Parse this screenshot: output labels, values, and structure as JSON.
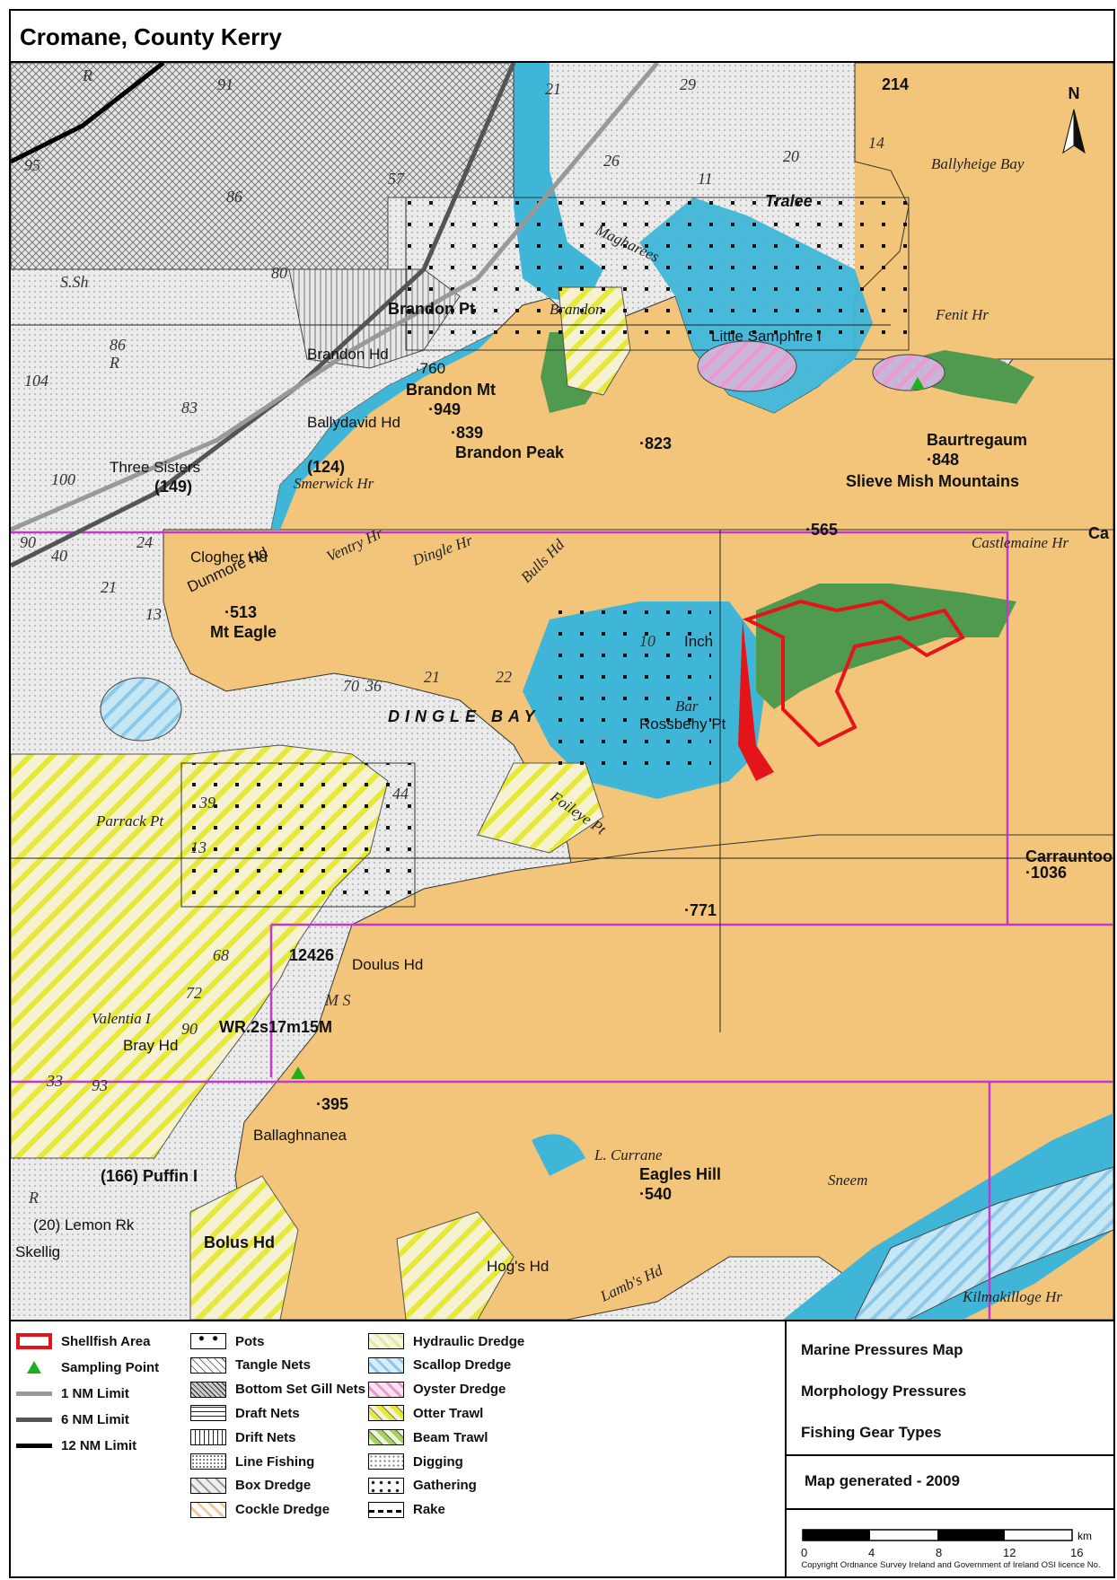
{
  "title": "Cromane, County Kerry",
  "colors": {
    "land": "#f3c57a",
    "sea": "#ececec",
    "shallow": "#3fb6d8",
    "intertidal": "#4f9a4f",
    "shellfish": "#e5141b",
    "sampling": "#1db01d",
    "magenta": "#c13ad0",
    "otter": "#e6e83a"
  },
  "north_arrow": "N",
  "map_labels": {
    "ballyheige_bay": "Ballyheige Bay",
    "tralee": "Tralee",
    "fenit_hr": "Fenit Hr",
    "brandon_pt": "Brandon Pt",
    "brandon_hd": "Brandon Hd",
    "brandon": "Brandon",
    "brandon_mt": "Brandon Mt",
    "brandon_mt_h": "·949",
    "h760": "·760",
    "brandon_peak_h": "·839",
    "brandon_peak": "Brandon Peak",
    "h823": "·823",
    "baurtregaum": "Baurtregaum",
    "baurtregaum_h": "·848",
    "slieve_mish": "Slieve Mish Mountains",
    "ballydavid": "Ballydavid Hd",
    "smerwick": "Smerwick Hr",
    "h124": "(124)",
    "h149": "(149)",
    "three_sisters": "Three Sisters",
    "clogher": "Clogher Hd",
    "dunmore": "Dunmore Hd",
    "mt_eagle_h": "·513",
    "mt_eagle": "Mt Eagle",
    "ventry": "Ventry Hr",
    "dingle": "Dingle Hr",
    "bulls_hd": "Bulls Hd",
    "castlemaine": "Castlemaine Hr",
    "inch": "Inch",
    "bar": "Bar",
    "rossbehy": "Rossbehy Pt",
    "dingle_bay": "DINGLE BAY",
    "foileye": "Foileye Pt",
    "parrack": "Parrack Pt",
    "carrauntoo": "Carrauntoo",
    "carrauntoo_h": "·1036",
    "h771": "·771",
    "h2426": "12426",
    "doulus": "Doulus Hd",
    "wr": "WR.2s17m15M",
    "valentia": "Valentia I",
    "bray": "Bray Hd",
    "h395": "·395",
    "ballaghnanea": "Ballaghnanea",
    "puffin": "(166) Puffin I",
    "lemon": "(20) Lemon Rk",
    "skellig": "Skellig",
    "bolus": "Bolus Hd",
    "currane": "L. Currane",
    "eagles_hill": "Eagles Hill",
    "h540": "·540",
    "hogs": "Hog's Hd",
    "lambs": "Lamb's Hd",
    "sneem": "Sneem",
    "kilmakilloge": "Kilmakilloge Hr",
    "h214": "214",
    "little_samphire": "Little Samphire I",
    "h565": "·565",
    "ca": "Ca",
    "magharees": "Magharees"
  },
  "depths": [
    "R",
    "91",
    "21",
    "29",
    "95",
    "86",
    "57",
    "26",
    "11",
    "20",
    "14",
    "80",
    "S.Sh",
    "86",
    "R",
    "104",
    "83",
    "100",
    "90",
    "40",
    "24",
    "21",
    "13",
    "10",
    "21",
    "22",
    "36",
    "39",
    "44",
    "70",
    "68",
    "72",
    "90",
    "33",
    "93",
    "R",
    "M S",
    "13"
  ],
  "legend": {
    "col1": [
      {
        "label": "Shellfish Area",
        "swatch": "shellfish"
      },
      {
        "label": "Sampling Point",
        "swatch": "sampling"
      },
      {
        "label": "1 NM Limit",
        "swatch": "nm1"
      },
      {
        "label": "6 NM Limit",
        "swatch": "nm6"
      },
      {
        "label": "12 NM Limit",
        "swatch": "nm12"
      }
    ],
    "col2": [
      {
        "label": "Pots",
        "swatch": "pots"
      },
      {
        "label": "Tangle Nets",
        "swatch": "tangle"
      },
      {
        "label": "Bottom Set Gill Nets",
        "swatch": "gill"
      },
      {
        "label": "Draft Nets",
        "swatch": "draft"
      },
      {
        "label": "Drift Nets",
        "swatch": "drift"
      },
      {
        "label": "Line Fishing",
        "swatch": "line"
      },
      {
        "label": "Box Dredge",
        "swatch": "box"
      },
      {
        "label": "Cockle Dredge",
        "swatch": "cockle"
      }
    ],
    "col3": [
      {
        "label": "Hydraulic Dredge",
        "swatch": "hydraulic"
      },
      {
        "label": "Scallop Dredge",
        "swatch": "scallop"
      },
      {
        "label": "Oyster Dredge",
        "swatch": "oyster"
      },
      {
        "label": "Otter Trawl",
        "swatch": "otter"
      },
      {
        "label": "Beam Trawl",
        "swatch": "beam"
      },
      {
        "label": "Digging",
        "swatch": "digging"
      },
      {
        "label": "Gathering",
        "swatch": "gathering"
      },
      {
        "label": "Rake",
        "swatch": "rake"
      }
    ]
  },
  "info": {
    "line1": "Marine Pressures Map",
    "line2": "Morphology Pressures",
    "line3": "Fishing Gear Types",
    "generated": "Map generated - 2009"
  },
  "scale": {
    "ticks": [
      "0",
      "4",
      "8",
      "12",
      "16"
    ],
    "unit": "km",
    "copyright": "Copyright Ordnance Survey Ireland and Government of Ireland OSI licence No."
  }
}
